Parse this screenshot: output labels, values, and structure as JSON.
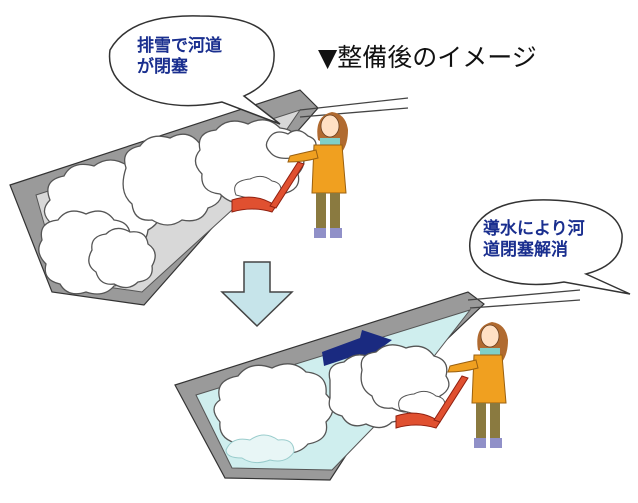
{
  "heading": "▼整備後のイメージ",
  "bubble_before": {
    "line1": "排雪で河道",
    "line2": "が閉塞"
  },
  "bubble_after": {
    "line1": "導水により河",
    "line2": "道閉塞解消"
  },
  "colors": {
    "channel_wall": "#8c8c8c",
    "channel_dark": "#4a4a4a",
    "water": "#cfeeee",
    "arrow_down": "#c6e4ea",
    "flow_arrow": "#1a2a80",
    "bubble_text": "#1a2f8f",
    "coat": "#f0a020",
    "snowplow": "#e05030"
  },
  "icons": [
    "down-arrow-icon",
    "flow-direction-arrow-icon",
    "snow-pile-icon",
    "person-with-snow-shovel-icon"
  ]
}
